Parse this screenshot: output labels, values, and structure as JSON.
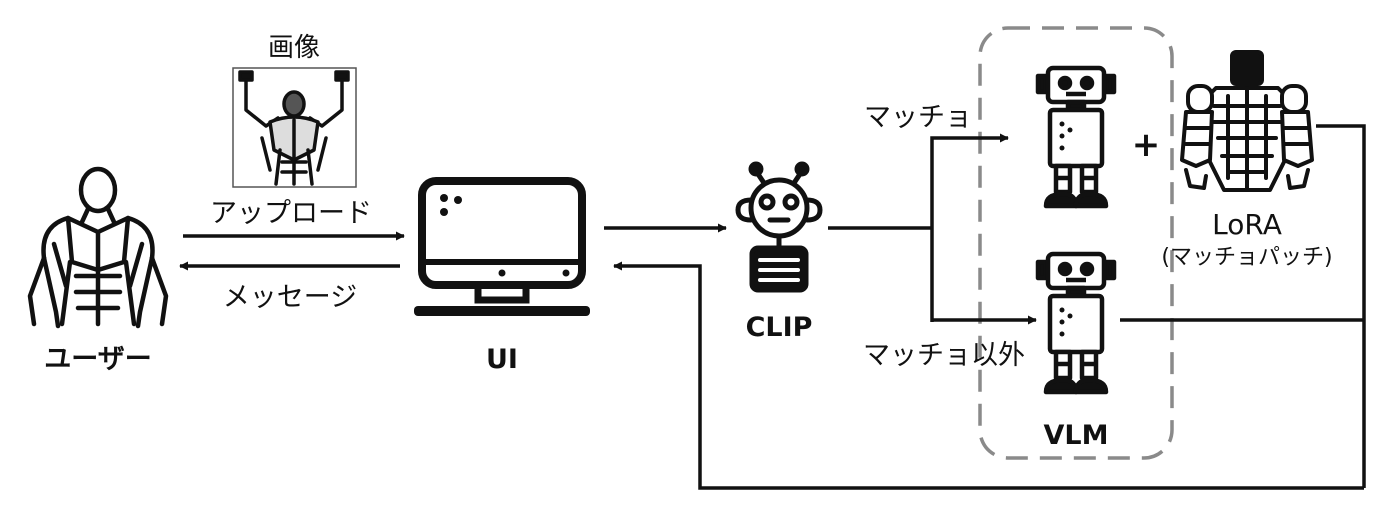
{
  "labels": {
    "image": "画像",
    "upload": "アップロード",
    "message": "メッセージ",
    "user": "ユーザー",
    "ui": "UI",
    "clip": "CLIP",
    "macho": "マッチョ",
    "non_macho": "マッチョ以外",
    "plus": "+",
    "lora": "LoRA",
    "lora_sub": "(マッチョパッチ)",
    "vlm": "VLM"
  },
  "icons": {
    "user": "muscular-man-icon",
    "image": "bodybuilder-photo-icon",
    "ui": "monitor-icon",
    "clip": "robot-head-icon",
    "vlm_top": "robot-icon",
    "vlm_bottom": "robot-icon",
    "lora": "muscular-robot-icon"
  },
  "colors": {
    "line": "#111111",
    "group_border": "#8a8a8a"
  }
}
